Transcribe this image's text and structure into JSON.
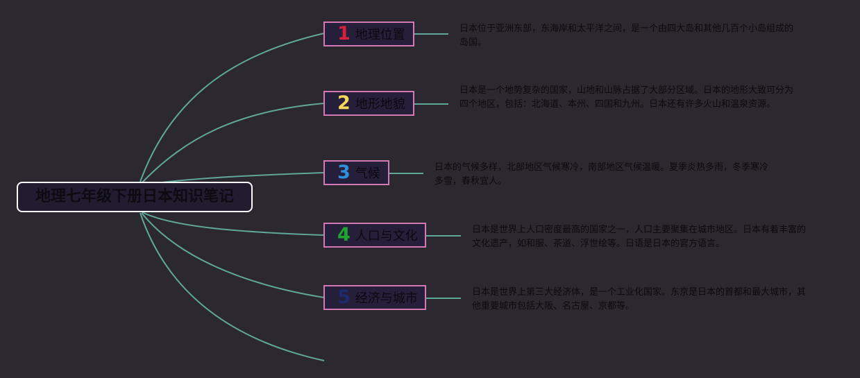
{
  "root": {
    "title": "地理七年级下册日本知识笔记"
  },
  "topics": [
    {
      "number": "1",
      "label": "地理位置",
      "number_color": "#d3203f",
      "description": "日本位于亚洲东部，东海岸和太平洋之间，是一个由四大岛和其他几百个小岛组成的岛国。"
    },
    {
      "number": "2",
      "label": "地形地貌",
      "number_color": "#f5d55a",
      "description": "日本是一个地势复杂的国家，山地和山脉占据了大部分区域。日本的地形大致可分为四个地区，包括：北海道、本州、四国和九州。日本还有许多火山和温泉资源。"
    },
    {
      "number": "3",
      "label": "气候",
      "number_color": "#2f8fdd",
      "description": "日本的气候多样，北部地区气候寒冷，南部地区气候温暖。夏季炎热多雨，冬季寒冷多雪，春秋宜人。"
    },
    {
      "number": "4",
      "label": "人口与文化",
      "number_color": "#1ea52e",
      "description": "日本是世界上人口密度最高的国家之一，人口主要聚集在城市地区。日本有着丰富的文化遗产，如和服、茶道、浮世绘等。日语是日本的官方语言。"
    },
    {
      "number": "5",
      "label": "经济与城市",
      "number_color": "#1c2a6e",
      "description": "日本是世界上第三大经济体，是一个工业化国家。东京是日本的首都和最大城市，其他重要城市包括大阪、名古屋、京都等。"
    }
  ],
  "colors": {
    "background": "#2c2830",
    "connector": "#5fa89a",
    "topic_border": "#d678b6",
    "topic_fill": "#261f3a",
    "root_border": "#ffffff"
  }
}
